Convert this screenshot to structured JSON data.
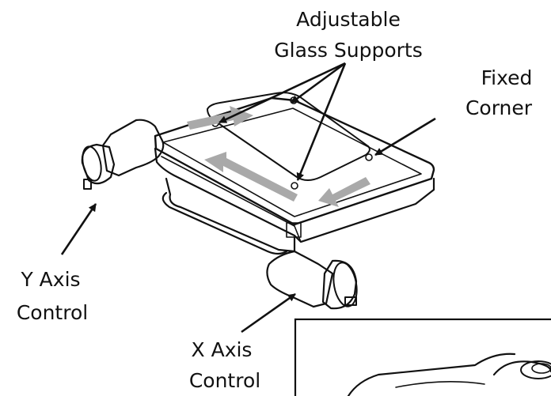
{
  "labels": {
    "glass_supports": [
      "Adjustable",
      "Glass Supports"
    ],
    "fixed_corner": [
      "Fixed",
      "Corner"
    ],
    "y_axis": [
      "Y Axis",
      "Control"
    ],
    "x_axis": [
      "X Axis",
      "Control"
    ]
  },
  "colors": {
    "ink": "#111111",
    "motion_arrow": "#a9a9a9",
    "background": "#ffffff"
  },
  "icons": {
    "pointer": "arrow-pointer-icon",
    "motion": "motion-arrow-icon"
  }
}
